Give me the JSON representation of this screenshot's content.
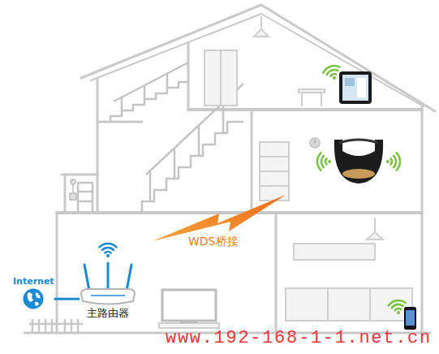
{
  "diagram": {
    "nodes": [
      {
        "text": [
          "Internet"
        ]
      },
      {
        "text": [
          "主路由器"
        ]
      }
    ],
    "edges": [
      {
        "from": 0,
        "to": 1,
        "arrow": "none"
      }
    ],
    "labels": [
      "WDS桥接",
      "www.192-168-1-1.net.cn"
    ]
  }
}
